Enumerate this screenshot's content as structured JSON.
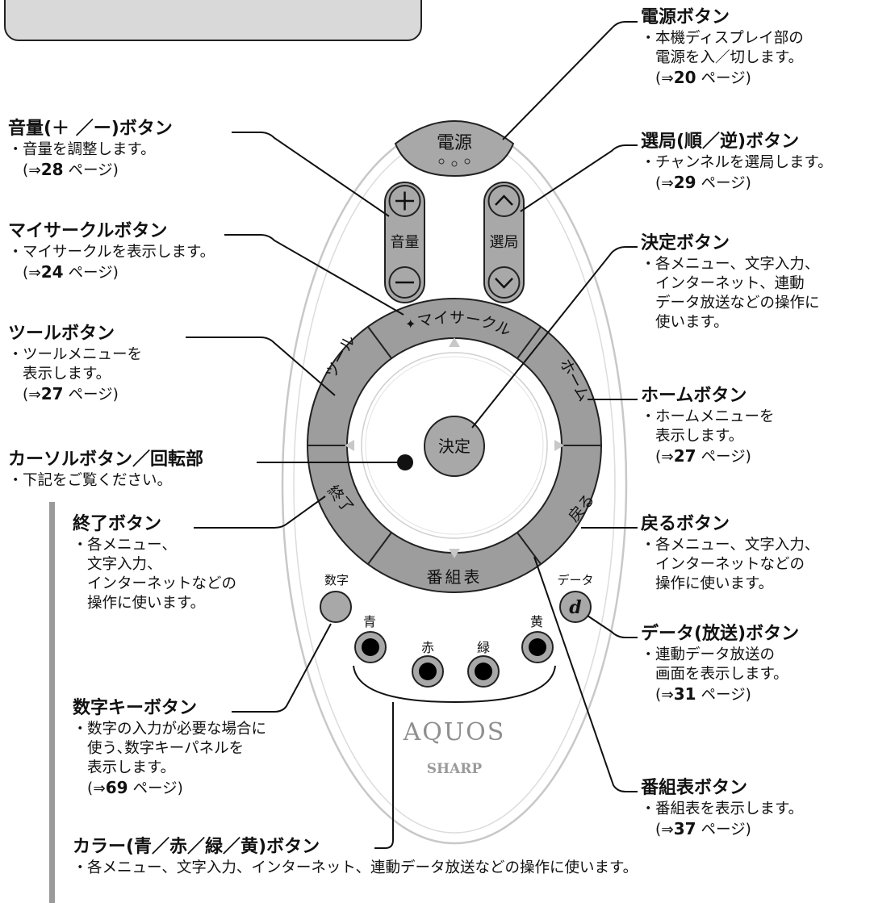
{
  "remote": {
    "power": "電源",
    "volume": "音量",
    "channel": "選局",
    "ring_top": "マイサークル",
    "ring_left": "ツール",
    "ring_right": "ホーム",
    "ring_lower_left": "終了",
    "ring_lower_right": "戻る",
    "ring_bottom": "番組表",
    "center": "決定",
    "numeric": "数字",
    "data": "データ",
    "data_icon": "d",
    "blue": "青",
    "red": "赤",
    "green": "緑",
    "yellow": "黄",
    "brand": "AQUOS",
    "maker": "SHARP"
  },
  "ref": {
    "arrow": "⇒",
    "open": "(",
    "close": ")",
    "page": "ページ"
  },
  "labels": {
    "power": {
      "heading": "電源ボタン",
      "lines": [
        "本機ディスプレイ部の",
        "電源を入／切します。"
      ],
      "page": "20"
    },
    "volume": {
      "heading": "音量(＋ ／ー)ボタン",
      "lines": [
        "音量を調整します。"
      ],
      "page": "28"
    },
    "channel": {
      "heading": "選局(順／逆)ボタン",
      "lines": [
        "チャンネルを選局します。"
      ],
      "page": "29"
    },
    "mycircle": {
      "heading": "マイサークルボタン",
      "lines": [
        "マイサークルを表示します。"
      ],
      "page": "24"
    },
    "enter": {
      "heading": "決定ボタン",
      "lines": [
        "各メニュー、文字入力、",
        "インターネット、連動",
        "データ放送などの操作に",
        "使います。"
      ]
    },
    "tool": {
      "heading": "ツールボタン",
      "lines": [
        "ツールメニューを",
        "表示します。"
      ],
      "page": "27"
    },
    "home": {
      "heading": "ホームボタン",
      "lines": [
        "ホームメニューを",
        "表示します。"
      ],
      "page": "27"
    },
    "cursor": {
      "heading": "カーソルボタン／回転部",
      "lines": [
        "下記をご覧ください。"
      ]
    },
    "exit": {
      "heading": "終了ボタン",
      "lines": [
        "各メニュー、",
        "文字入力、",
        "インターネットなどの",
        "操作に使います。"
      ]
    },
    "back": {
      "heading": "戻るボタン",
      "lines": [
        "各メニュー、文字入力、",
        "インターネットなどの",
        "操作に使います。"
      ]
    },
    "data": {
      "heading": "データ(放送)ボタン",
      "lines": [
        "連動データ放送の",
        "画面を表示します。"
      ],
      "page": "31"
    },
    "numkey": {
      "heading": "数字キーボタン",
      "lines": [
        "数字の入力が必要な場合に",
        "使う､数字キーパネルを",
        "表示します。"
      ],
      "page": "69"
    },
    "guide": {
      "heading": "番組表ボタン",
      "lines": [
        "番組表を表示します。"
      ],
      "page": "37"
    },
    "color": {
      "heading": "カラー(青／赤／緑／黄)ボタン",
      "lines": [
        "各メニュー、文字入力、インターネット、連動データ放送などの操作に使います。"
      ]
    }
  },
  "colors": {
    "body": "#ffffff",
    "button_gray": "#a8a8a8",
    "ring_gray": "#9d9d9d",
    "outline": "#222222",
    "shell_line": "#c8c8c8",
    "bar": "#9a9a9a",
    "header_box": "#d9d9d9"
  }
}
